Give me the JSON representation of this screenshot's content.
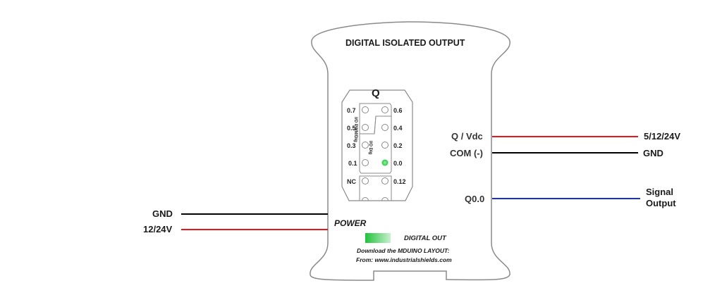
{
  "module": {
    "title": "DIGITAL ISOLATED OUTPUT",
    "connector_title": "Q",
    "pins_left": [
      "0.7",
      "0.5",
      "0.3",
      "0.1",
      "NC"
    ],
    "pins_right": [
      "0.6",
      "0.4",
      "0.2",
      "0.0",
      "0.12"
    ],
    "group_label_top": "I/O PWM/Dig",
    "group_label_bottom": "I/O Dig",
    "active_led_pin": "0.0",
    "power_label": "POWER",
    "digital_out_label": "DIGITAL OUT",
    "download_line1": "Download the MDUINO LAYOUT:",
    "download_line2": "From: www.industrialshields.com"
  },
  "right_wires": [
    {
      "terminal": "Q / Vdc",
      "end_label": "5/12/24V",
      "color": "#e8161b"
    },
    {
      "terminal": "COM (-)",
      "end_label": "GND",
      "color": "#000000"
    },
    {
      "terminal": "Q0.0",
      "end_label_line1": "Signal",
      "end_label_line2": "Output",
      "color": "#1530d8"
    }
  ],
  "left_wires": [
    {
      "label": "GND",
      "color": "#000000"
    },
    {
      "label": "12/24V",
      "color": "#e8161b"
    }
  ],
  "colors": {
    "outline": "#8a8a8a",
    "led_green": "#2ecc40"
  }
}
